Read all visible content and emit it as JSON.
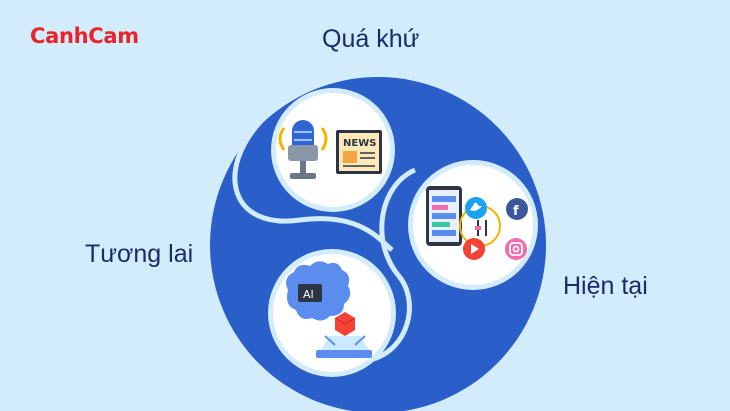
{
  "brand": {
    "logo_text": "CanhCam"
  },
  "labels": {
    "past": "Quá khứ",
    "present": "Hiện tại",
    "future": "Tương lai"
  },
  "icons": {
    "past": [
      "microphone-icon",
      "newspaper-icon"
    ],
    "present": [
      "smartphone-icon",
      "twitter-icon",
      "facebook-icon",
      "youtube-icon",
      "instagram-icon",
      "sliders-icon"
    ],
    "future": [
      "ai-brain-icon",
      "hologram-cube-icon"
    ]
  },
  "newspaper_text": "NEWS",
  "ai_chip_text": "AI",
  "colors": {
    "background": "#d3ecfb",
    "circle_blue": "#2a5ec9",
    "brand_red": "#e8232b",
    "label_navy": "#1b2a6b"
  }
}
